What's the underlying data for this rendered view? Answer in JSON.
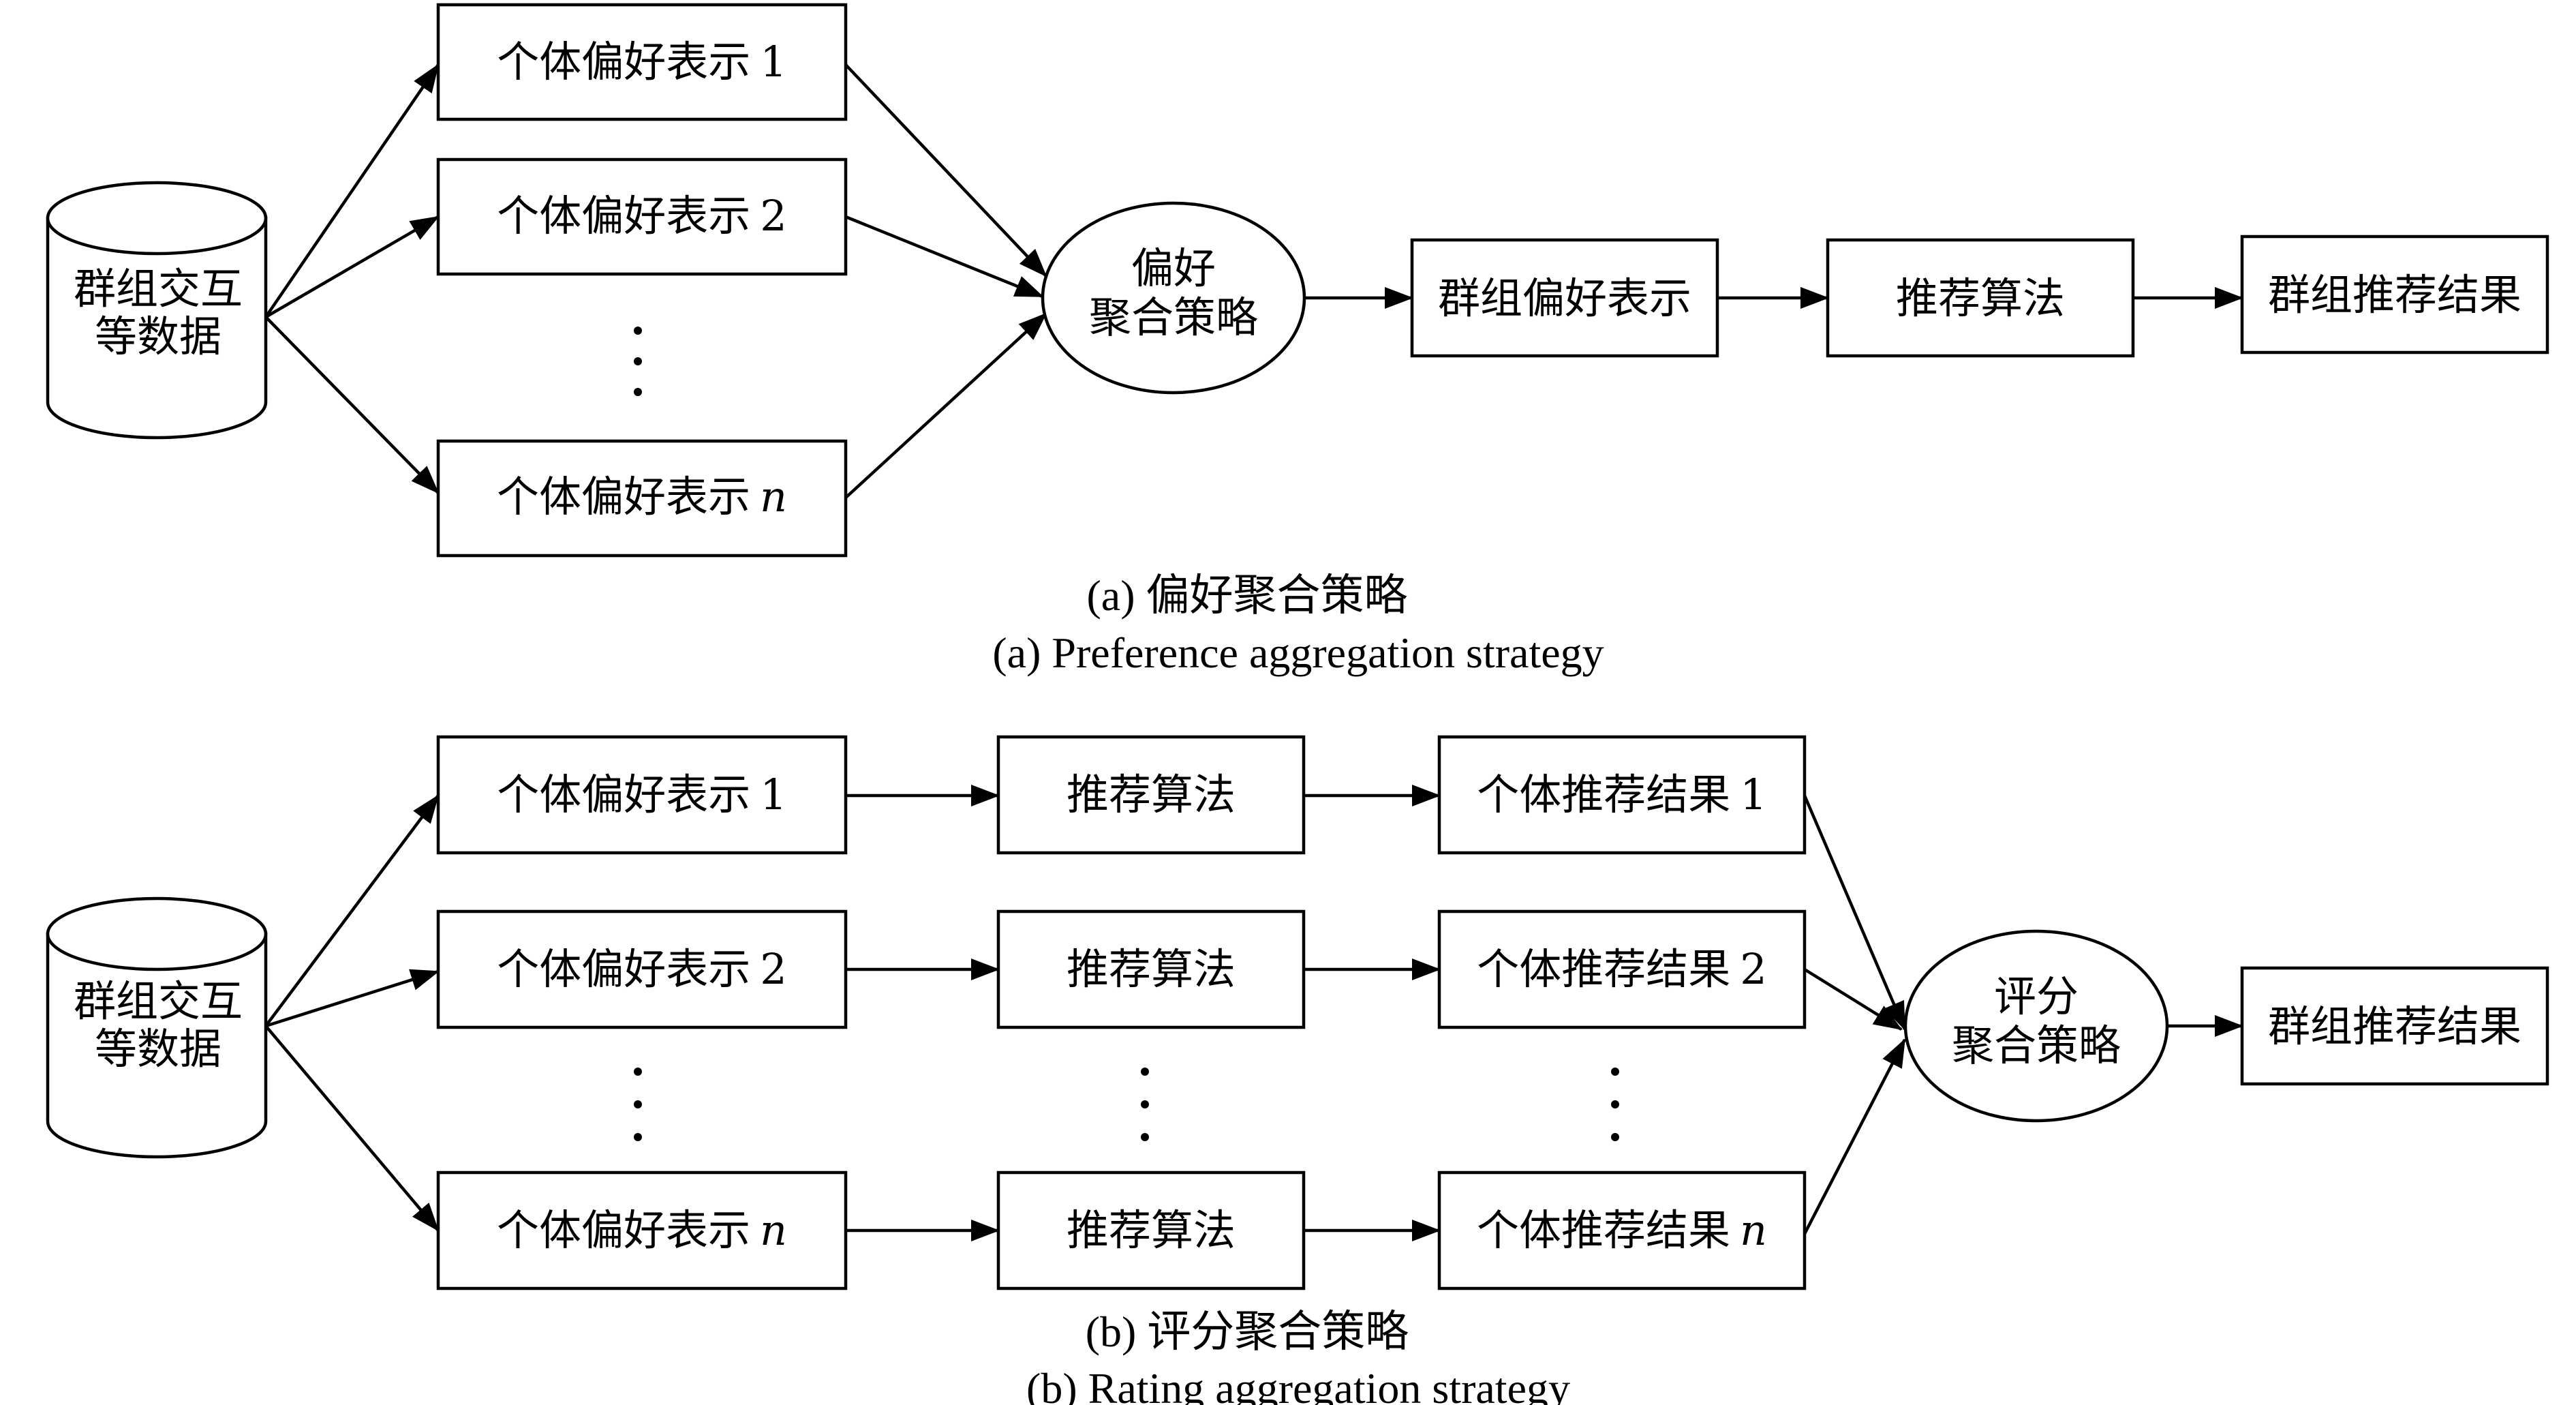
{
  "diagram_a": {
    "data_source": {
      "line1": "群组交互",
      "line2": "等数据"
    },
    "individual_preferences": [
      {
        "label": "个体偏好表示",
        "index": "1"
      },
      {
        "label": "个体偏好表示",
        "index": "2"
      },
      {
        "label": "个体偏好表示",
        "index": "n"
      }
    ],
    "strategy": {
      "line1": "偏好",
      "line2": "聚合策略"
    },
    "group_preference": "群组偏好表示",
    "algorithm": "推荐算法",
    "result": "群组推荐结果",
    "caption_zh": "(a) 偏好聚合策略",
    "caption_en": "(a) Preference aggregation strategy"
  },
  "diagram_b": {
    "data_source": {
      "line1": "群组交互",
      "line2": "等数据"
    },
    "individual_preferences": [
      {
        "label": "个体偏好表示",
        "index": "1"
      },
      {
        "label": "个体偏好表示",
        "index": "2"
      },
      {
        "label": "个体偏好表示",
        "index": "n"
      }
    ],
    "algorithms": [
      "推荐算法",
      "推荐算法",
      "推荐算法"
    ],
    "individual_results": [
      {
        "label": "个体推荐结果",
        "index": "1"
      },
      {
        "label": "个体推荐结果",
        "index": "2"
      },
      {
        "label": "个体推荐结果",
        "index": "n"
      }
    ],
    "strategy": {
      "line1": "评分",
      "line2": "聚合策略"
    },
    "result": "群组推荐结果",
    "caption_zh": "(b) 评分聚合策略",
    "caption_en": "(b) Rating aggregation strategy"
  }
}
